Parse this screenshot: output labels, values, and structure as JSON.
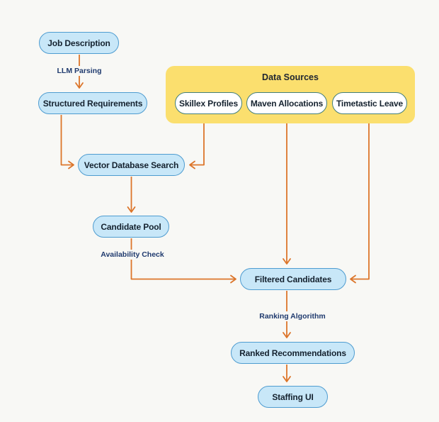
{
  "diagram": {
    "background": "#F8F8F5",
    "colors": {
      "node_fill": "#C8E7F8",
      "node_border": "#4E9CD0",
      "source_fill": "#FFFFFF",
      "source_border": "#427E7B",
      "group_fill": "#FBDF6E",
      "arrow": "#DC752A",
      "edge_label_text": "#1F3A6E",
      "node_text": "#15222F"
    },
    "nodes": {
      "job_description": {
        "label": "Job Description"
      },
      "structured_requirements": {
        "label": "Structured Requirements"
      },
      "vector_database_search": {
        "label": "Vector Database Search"
      },
      "candidate_pool": {
        "label": "Candidate Pool"
      },
      "filtered_candidates": {
        "label": "Filtered Candidates"
      },
      "ranked_recommendations": {
        "label": "Ranked Recommendations"
      },
      "staffing_ui": {
        "label": "Staffing UI"
      },
      "skillex_profiles": {
        "label": "Skillex Profiles"
      },
      "maven_allocations": {
        "label": "Maven Allocations"
      },
      "timetastic_leave": {
        "label": "Timetastic Leave"
      }
    },
    "groups": {
      "data_sources": {
        "title": "Data Sources"
      }
    },
    "edge_labels": {
      "llm_parsing": "LLM Parsing",
      "availability_check": "Availability Check",
      "ranking_algorithm": "Ranking Algorithm"
    }
  }
}
